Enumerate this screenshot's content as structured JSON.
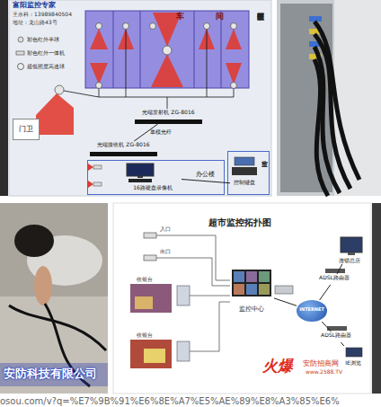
{
  "diagram": {
    "nodes": [
      {
        "text": [
          "光端发射机 ZG-8016"
        ]
      },
      {
        "text": [
          "光端接收机 ZG-8016"
        ]
      },
      {
        "text": [
          "办公楼"
        ]
      },
      {
        "text": [
          "16路硬盘录像机"
        ],
        "in": 2
      },
      {
        "text": [
          "监控室"
        ]
      },
      {
        "text": [
          "控制键盘"
        ],
        "in": 4
      },
      {
        "text": [
          "门卫"
        ]
      },
      {
        "text": [
          "监控中心"
        ]
      },
      {
        "text": [
          "ADSL路由器"
        ]
      },
      {
        "text": [
          "INTERNET"
        ]
      },
      {
        "text": [
          "ADSL路由器"
        ]
      },
      {
        "text": [
          "连锁总店"
        ]
      },
      {
        "text": [
          "IE浏览"
        ]
      }
    ],
    "edges": [
      {
        "from": 0,
        "to": 1,
        "label": "单模光纤",
        "arrow": "none"
      },
      {
        "from": 3,
        "to": 5,
        "arrow": "none"
      },
      {
        "from": 7,
        "to": 9,
        "arrow": "none"
      },
      {
        "from": 9,
        "to": 8,
        "arrow": "none"
      },
      {
        "from": 8,
        "to": 11,
        "arrow": "none"
      },
      {
        "from": 9,
        "to": 10,
        "arrow": "none"
      },
      {
        "from": 10,
        "to": 12,
        "arrow": "none"
      }
    ],
    "labels": [
      "富阳监控专家",
      "王永科：13989840504",
      "地址：龙山路43号",
      "车",
      "间",
      "厂区监控系统平面简图",
      "超市监控拓扑图",
      "入口",
      "出口",
      "收银台",
      "收银台",
      "安防科技有限公司",
      "火爆",
      "安防招商网",
      "www.2588.TV",
      "osou.com/v?q=%E7%9B%91%E6%8E%A7%E5%AE%89%E8%A3%85%E6%"
    ],
    "legend": [
      {
        "text": "彩色红外半球"
      },
      {
        "text": "彩色红外一体机"
      },
      {
        "text": "超低照度高速球"
      }
    ]
  }
}
